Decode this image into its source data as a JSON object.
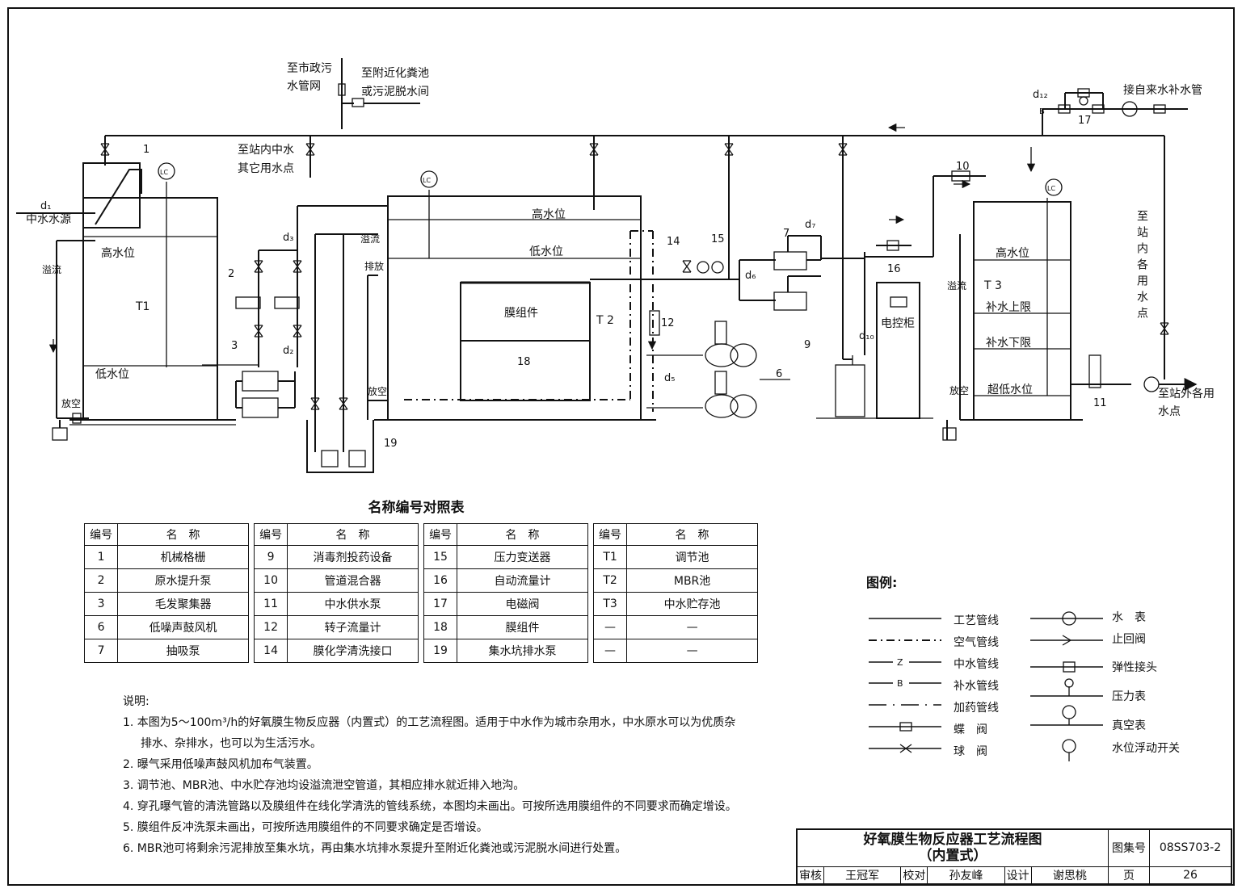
{
  "diagram": {
    "labels": {
      "to_municipal": "至市政污",
      "to_municipal_2": "水管网",
      "to_septic": "至附近化粪池",
      "to_septic_2": "或污泥脱水间",
      "to_station_internal": "至站内中水",
      "to_station_internal_2": "其它用水点",
      "make_up_water": "接自来水补水管",
      "source": "中水水源",
      "high_level": "高水位",
      "low_level": "低水位",
      "overflow": "溢流",
      "drain": "放空",
      "discharge": "排放",
      "membrane_module": "膜组件",
      "control_cabinet": "电控柜",
      "refill_upper": "补水上限",
      "refill_lower": "补水下限",
      "ultra_low": "超低水位",
      "to_station_each": "至站内各用水点",
      "to_outside": "至站外各用",
      "to_outside_2": "水点",
      "lc": "LC",
      "tag_T1": "T1",
      "tag_T2": "T 2",
      "tag_T3": "T 3",
      "num_1": "1",
      "num_2": "2",
      "num_3": "3",
      "num_6": "6",
      "num_7": "7",
      "num_9": "9",
      "num_10": "10",
      "num_11": "11",
      "num_12": "12",
      "num_14": "14",
      "num_15": "15",
      "num_16": "16",
      "num_17": "17",
      "num_18": "18",
      "num_19": "19",
      "d1": "d₁",
      "d2": "d₂",
      "d3": "d₃",
      "d5": "d₅",
      "d6": "d₆",
      "d7": "d₇",
      "d10": "d₁₀",
      "d12": "d₁₂",
      "b": "B",
      "z": "Z"
    }
  },
  "table": {
    "title": "名称编号对照表",
    "headers": [
      "编号",
      "名　称",
      "编号",
      "名　称",
      "编号",
      "名　称",
      "编号",
      "名　称"
    ],
    "rows": [
      [
        "1",
        "机械格栅",
        "9",
        "消毒剂投药设备",
        "15",
        "压力变送器",
        "T1",
        "调节池"
      ],
      [
        "2",
        "原水提升泵",
        "10",
        "管道混合器",
        "16",
        "自动流量计",
        "T2",
        "MBR池"
      ],
      [
        "3",
        "毛发聚集器",
        "11",
        "中水供水泵",
        "17",
        "电磁阀",
        "T3",
        "中水贮存池"
      ],
      [
        "6",
        "低噪声鼓风机",
        "12",
        "转子流量计",
        "18",
        "膜组件",
        "—",
        "—"
      ],
      [
        "7",
        "抽吸泵",
        "14",
        "膜化学清洗接口",
        "19",
        "集水坑排水泵",
        "—",
        "—"
      ]
    ]
  },
  "legend": {
    "title": "图例:",
    "items": [
      "工艺管线",
      "空气管线",
      "中水管线",
      "补水管线",
      "加药管线",
      "蝶　阀",
      "球　阀",
      "水　表",
      "止回阀",
      "弹性接头",
      "压力表",
      "真空表",
      "水位浮动开关"
    ]
  },
  "notes": {
    "title": "说明:",
    "lines": [
      "1. 本图为5～100m³/h的好氧膜生物反应器（内置式）的工艺流程图。适用于中水作为城市杂用水，中水原水可以为优质杂",
      "排水、杂排水，也可以为生活污水。",
      "2. 曝气采用低噪声鼓风机加布气装置。",
      "3. 调节池、MBR池、中水贮存池均设溢流泄空管道，其相应排水就近排入地沟。",
      "4. 穿孔曝气管的清洗管路以及膜组件在线化学清洗的管线系统，本图均未画出。可按所选用膜组件的不同要求而确定增设。",
      "5. 膜组件反冲洗泵未画出，可按所选用膜组件的不同要求确定是否增设。",
      "6. MBR池可将剩余污泥排放至集水坑，再由集水坑排水泵提升至附近化粪池或污泥脱水间进行处置。"
    ]
  },
  "title_block": {
    "title": "好氧膜生物反应器工艺流程图",
    "subtitle": "（内置式）",
    "atlas_label": "图集号",
    "atlas_no": "08SS703-2",
    "review_label": "审核",
    "reviewer": "王冠军",
    "check_label": "校对",
    "checker": "孙友峰",
    "design_label": "设计",
    "designer": "谢思桃",
    "page_label": "页",
    "page_no": "26"
  }
}
